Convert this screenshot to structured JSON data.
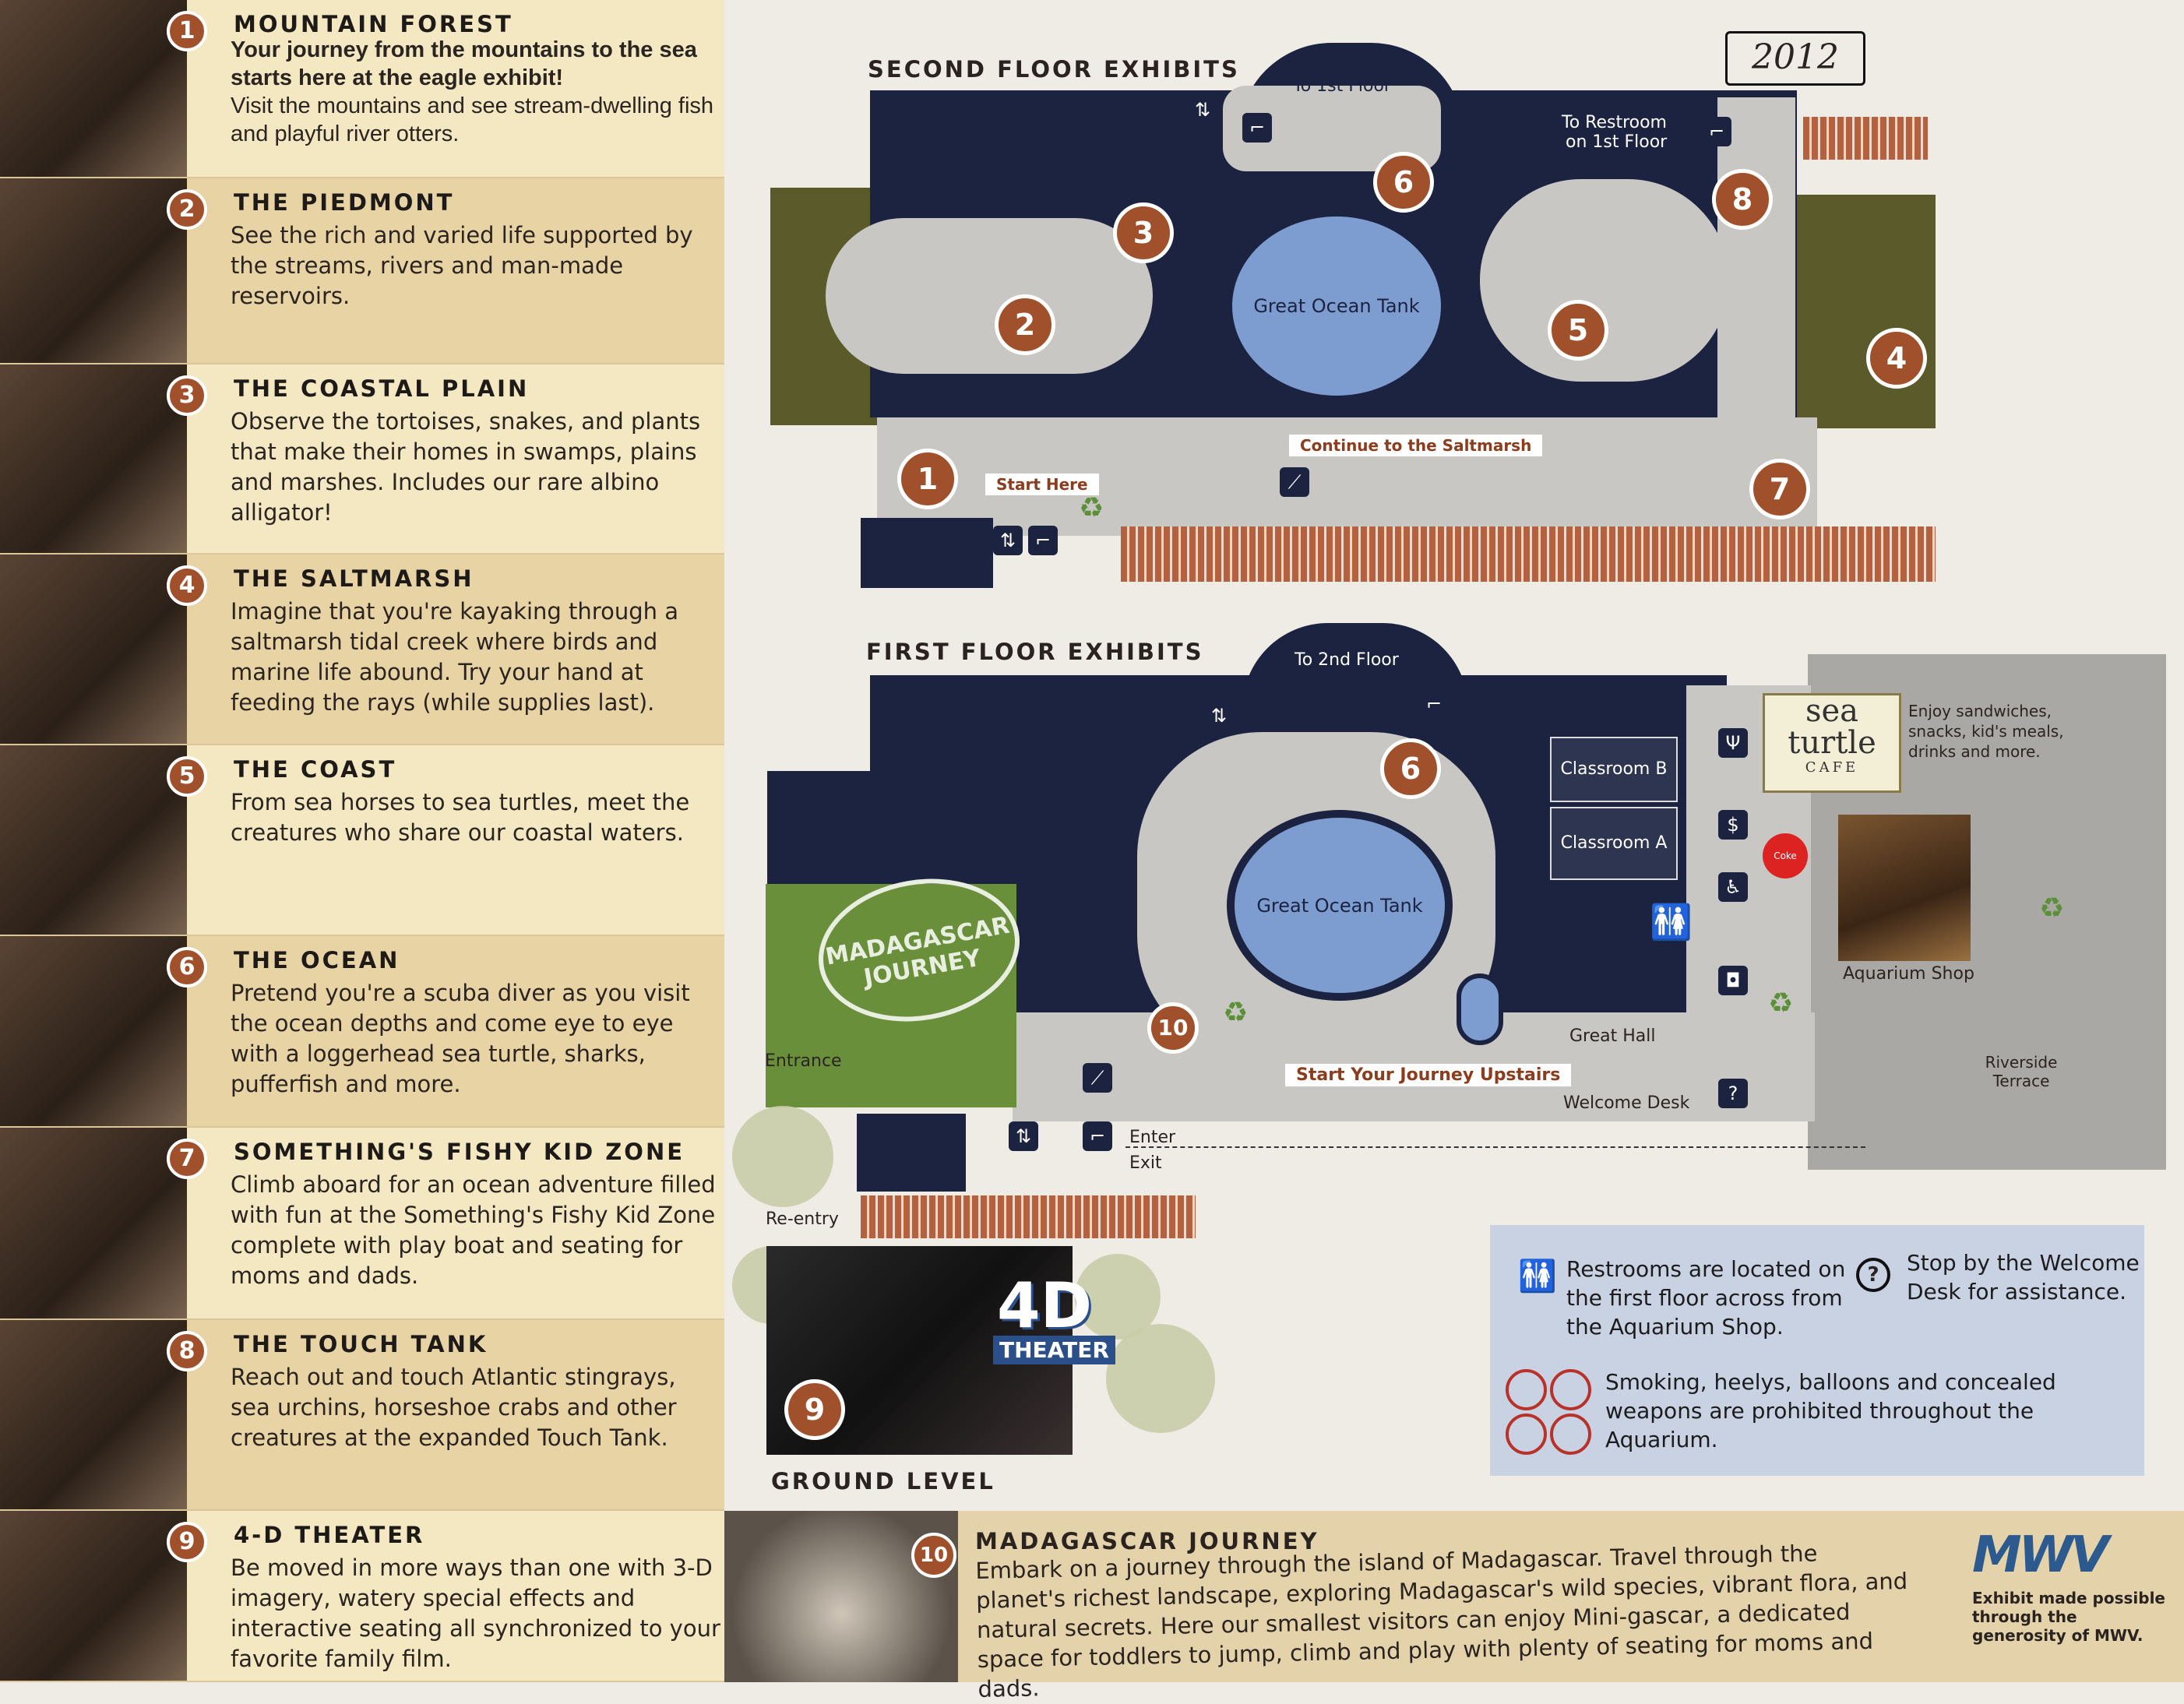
{
  "handwritten_year": "2012",
  "exhibits": [
    {
      "num": "1",
      "title": "MOUNTAIN FOREST",
      "lead": "Your journey from the mountains to the sea starts here at the eagle exhibit!",
      "desc": "Visit the mountains and see stream-dwelling fish and playful river otters."
    },
    {
      "num": "2",
      "title": "THE PIEDMONT",
      "lead": "",
      "desc": "See the rich and varied life supported by the streams, rivers and man-made reservoirs."
    },
    {
      "num": "3",
      "title": "THE COASTAL PLAIN",
      "lead": "",
      "desc": "Observe the tortoises, snakes, and plants that make their homes in swamps, plains and marshes. Includes our rare albino alligator!"
    },
    {
      "num": "4",
      "title": "THE SALTMARSH",
      "lead": "",
      "desc": "Imagine that you're kayaking through a saltmarsh tidal creek where birds and marine life abound. Try your hand at feeding the rays (while supplies last)."
    },
    {
      "num": "5",
      "title": "THE COAST",
      "lead": "",
      "desc": "From sea horses to sea turtles, meet the creatures who share our coastal waters."
    },
    {
      "num": "6",
      "title": "THE OCEAN",
      "lead": "",
      "desc": "Pretend you're a scuba diver as you visit the ocean depths and come eye to eye with a loggerhead sea turtle, sharks, pufferfish and more."
    },
    {
      "num": "7",
      "title": "SOMETHING'S FISHY KID ZONE",
      "lead": "",
      "desc": "Climb aboard for an ocean adventure filled with fun at the Something's Fishy Kid Zone complete with play boat and seating for moms and dads."
    },
    {
      "num": "8",
      "title": "THE TOUCH TANK",
      "lead": "",
      "desc": "Reach out and touch Atlantic stingrays, sea urchins, horseshoe crabs and other creatures at the expanded Touch Tank."
    },
    {
      "num": "9",
      "title": "4-D THEATER",
      "lead": "",
      "desc": "Be moved in more ways than one with 3-D imagery, watery special effects and interactive seating all synchronized to your favorite family film."
    }
  ],
  "second_floor": {
    "title": "SECOND FLOOR EXHIBITS",
    "to_first": "To 1st Floor",
    "to_restroom_1": "To Restroom",
    "to_restroom_2": "on 1st Floor",
    "tank": "Great Ocean Tank",
    "continue": "Continue to the Saltmarsh",
    "start": "Start Here",
    "markers": [
      "1",
      "2",
      "3",
      "4",
      "5",
      "6",
      "7",
      "8"
    ]
  },
  "first_floor": {
    "title": "FIRST FLOOR EXHIBITS",
    "to_second": "To 2nd Floor",
    "tank": "Great Ocean Tank",
    "classroom_b": "Classroom B",
    "classroom_a": "Classroom A",
    "cafe_1": "sea",
    "cafe_2": "turtle",
    "cafe_3": "CAFE",
    "cafe_note": "Enjoy sandwiches, snacks, kid's meals, drinks and more.",
    "shop": "Aquarium Shop",
    "great_hall": "Great Hall",
    "welcome_desk": "Welcome Desk",
    "start_upstairs": "Start Your Journey Upstairs",
    "entrance": "Entrance",
    "enter": "Enter",
    "exit": "Exit",
    "reentry": "Re-entry",
    "riverside": "Riverside Terrace",
    "madagascar_logo": "MADAGASCAR JOURNEY",
    "markers": [
      "6",
      "10"
    ]
  },
  "ground": {
    "title": "GROUND LEVEL",
    "theater_logo_1": "4D",
    "theater_logo_2": "THEATER",
    "marker": "9"
  },
  "info": {
    "restrooms": "Restrooms are located on the first floor across from the Aquarium Shop.",
    "welcome": "Stop by the Welcome Desk for assistance.",
    "prohibited": "Smoking, heelys, balloons and concealed weapons are prohibited throughout the Aquarium."
  },
  "madagascar": {
    "num": "10",
    "title": "MADAGASCAR JOURNEY",
    "desc": "Embark on a journey through the island of Madagascar. Travel through the planet's richest landscape, exploring Madagascar's wild species, vibrant flora, and natural secrets. Here our smallest visitors can enjoy Mini-gascar, a dedicated space for toddlers to jump, climb and play with plenty of seating for moms and dads.",
    "sponsor_logo": "MWV",
    "sponsor_note": "Exhibit made possible through the generosity of MWV."
  },
  "colors": {
    "navy": "#1b2340",
    "marker": "#a0502a",
    "tank": "#7d9dd0",
    "olive": "#5a5a2b",
    "green": "#6a8f3a",
    "cream": "#f3e8c2",
    "tan": "#e8d3a4"
  }
}
